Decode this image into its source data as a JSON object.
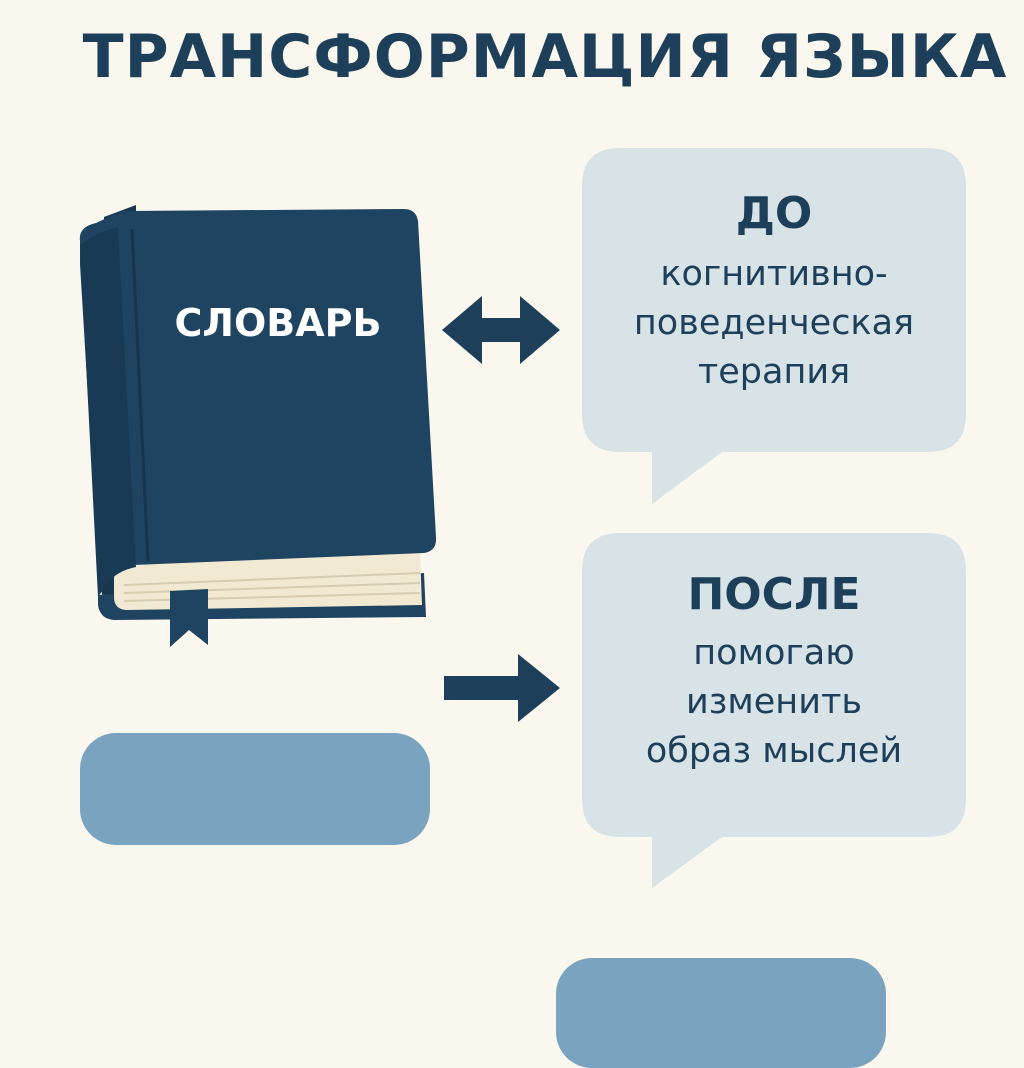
{
  "title": "ТРАНСФОРМАЦИЯ ЯЗЫКА",
  "book": {
    "label": "СЛОВАРЬ"
  },
  "before": {
    "heading": "ДО",
    "lines": [
      "когнитивно-",
      "поведенческая",
      "терапия"
    ]
  },
  "after": {
    "heading": "ПОСЛЕ",
    "lines": [
      "помогаю",
      "изменить",
      "образ мыслей"
    ]
  },
  "colors": {
    "background": "#faf7ef",
    "navy": "#1e3f5a",
    "book_cover": "#1f4462",
    "bubble_fill": "#d8e3e8",
    "pill_fill": "#7aa3bf",
    "pages": "#f2e9d2"
  },
  "icons": {
    "book": "book-icon",
    "bidirectional_arrow": "double-arrow-icon",
    "right_arrow": "arrow-right-icon"
  }
}
